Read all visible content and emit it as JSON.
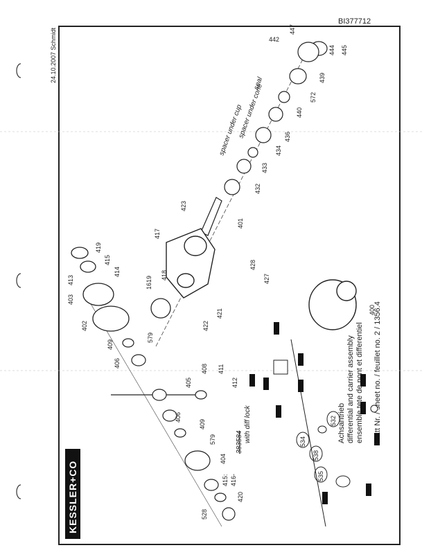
{
  "doc_id": "BI377712",
  "date_author": "24.10.2007 Schmidt",
  "brand": "KESSLER+CO",
  "title": {
    "line1": "Achsantrieb",
    "line2": "differential and carrier assembly",
    "line3": "ensemble tete de pont et differentiel",
    "sheet": "Blatt Nr. / sheet no. / feuillet no. 2 / 1356.4"
  },
  "handwritten": {
    "seal": "seal",
    "spacer_cone": "spacer under cone",
    "spacer_cup": "spacer under cup",
    "diff_lock": "with diff lock",
    "note_struck": "383584"
  },
  "parts": {
    "p442": "442",
    "p447": "447",
    "p444": "444",
    "p445": "445",
    "p439": "439",
    "p572": "572",
    "p440": "440",
    "p436": "436",
    "p434": "434",
    "p433": "433",
    "p432": "432",
    "p401": "401",
    "p423": "423",
    "p417": "417",
    "p419": "419",
    "p415": "415",
    "p414": "414",
    "p413": "413",
    "p403": "403",
    "p1619": "1619",
    "p418": "418",
    "p428": "428",
    "p427": "427",
    "p421": "421",
    "p422": "422",
    "p402": "402",
    "p579a": "579",
    "p409a": "409",
    "p406a": "406",
    "p405": "405",
    "p408": "408",
    "p411": "411",
    "p412": "412",
    "p406b": "406",
    "p409b": "409",
    "p579b": "579",
    "p404": "404",
    "p415b": "415:",
    "p416": "416-",
    "p420": "420",
    "p528": "528",
    "p400": "400",
    "p534": "534",
    "p538": "538",
    "p535": "535",
    "p532": "532"
  }
}
